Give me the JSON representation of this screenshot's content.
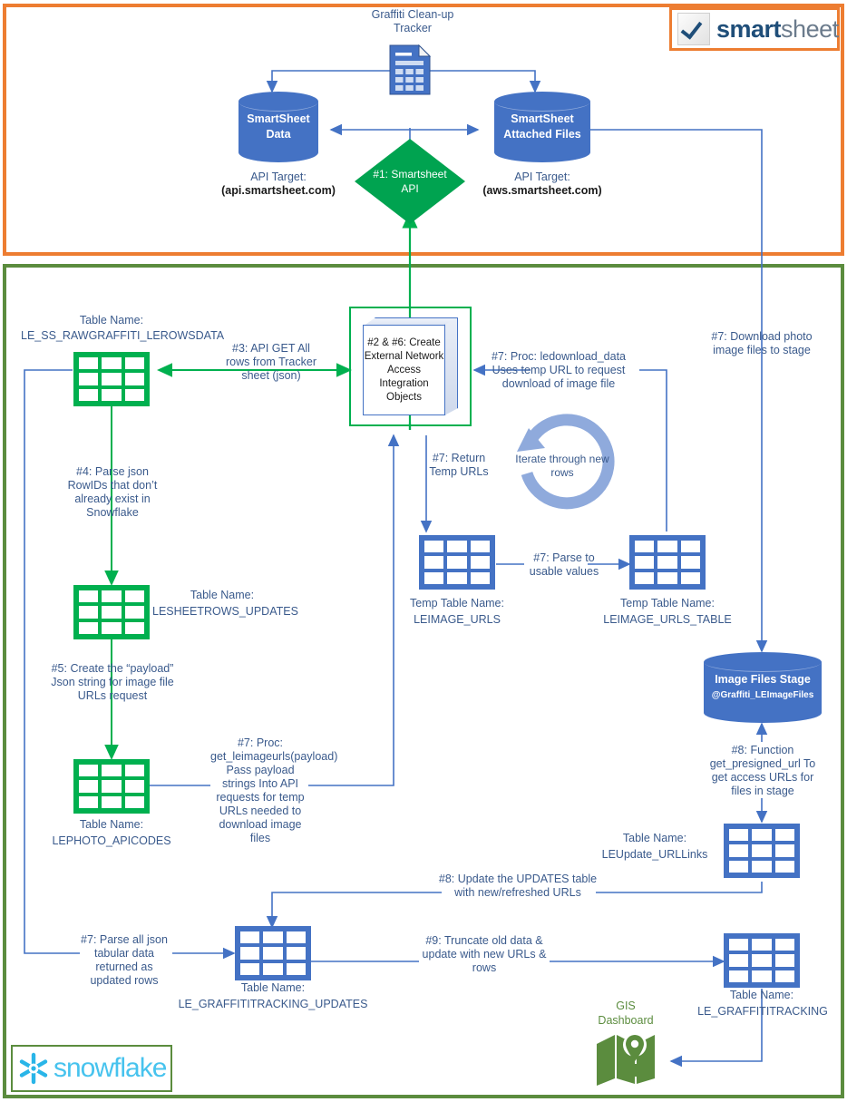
{
  "diagram": {
    "title": "Graffiti Clean-up Tracker Smartsheet to Snowflake integration flow"
  },
  "smartsheet_panel": {
    "name": "Smartsheet zone",
    "border_color": "#ED7D31",
    "logo": {
      "word_bold": "smart",
      "word_light": "sheet",
      "icon": "checkbox-icon"
    },
    "tracker": {
      "label": "Graffiti Clean-up Tracker",
      "icon": "spreadsheet-icon"
    },
    "data_cylinder": {
      "line1": "SmartSheet",
      "line2": "Data"
    },
    "data_api_label": "API Target:",
    "data_api_value": "(api.smartsheet.com)",
    "files_cylinder": {
      "line1": "SmartSheet",
      "line2": "Attached Files"
    },
    "files_api_label": "API Target:",
    "files_api_value": "(aws.smartsheet.com)",
    "api_diamond": {
      "line1": "#1: Smartsheet",
      "line2": "API"
    }
  },
  "snowflake_panel": {
    "name": "Snowflake zone",
    "border_color": "#5B8C3E",
    "logo": {
      "word": "snowflake",
      "icon": "snowflake-icon"
    },
    "integration_cube": "#2 & #6: Create External Network Access Integration Objects",
    "iterate_loop": "Iterate through new rows",
    "tables": [
      {
        "id": "rawrowsdata",
        "name_label": "Table Name:",
        "name_value": "LE_SS_RAWGRAFFITI_LEROWSDATA",
        "color": "green"
      },
      {
        "id": "lesheetrows_updates",
        "name_label": "Table Name:",
        "name_value": "LESHEETROWS_UPDATES",
        "color": "green"
      },
      {
        "id": "lephoto_apicodes",
        "name_label": "Table Name:",
        "name_value": "LEPHOTO_APICODES",
        "color": "green"
      },
      {
        "id": "leimage_urls",
        "name_label": "Temp Table Name:",
        "name_value": "LEIMAGE_URLS",
        "color": "blue"
      },
      {
        "id": "leimage_urls_table",
        "name_label": "Temp Table Name:",
        "name_value": "LEIMAGE_URLS_TABLE",
        "color": "blue"
      },
      {
        "id": "leupdate_urllinks",
        "name_label": "Table Name:",
        "name_value": "LEUpdate_URLLinks",
        "color": "blue"
      },
      {
        "id": "le_graffititracking_updates",
        "name_label": "Table Name:",
        "name_value": "LE_GRAFFITITRACKING_UPDATES",
        "color": "blue"
      },
      {
        "id": "le_graffititracking",
        "name_label": "Table Name:",
        "name_value": "LE_GRAFFITITRACKING",
        "color": "blue"
      }
    ],
    "stage": {
      "line1": "Image Files Stage",
      "line2": "@Graffiti_LEImageFiles"
    },
    "gis": {
      "line1": "GIS",
      "line2": "Dashboard",
      "icon": "map-pin-icon"
    }
  },
  "flow_labels": {
    "step3": "#3: API GET All rows from Tracker sheet (json)",
    "step4": "#4: Parse json RowIDs that don’t already exist in Snowflake",
    "step5": "#5: Create the “payload” Json string for image file URLs request",
    "step7_proc_getimageurls": "#7: Proc: get_leimageurls(payload) Pass payload strings Into API requests for temp URLs needed to download image files",
    "step7_return_temp_urls": "#7: Return Temp URLs",
    "step7_parse_usable": "#7: Parse to usable values",
    "step7_proc_ledownload": "#7: Proc: ledownload_data Uses temp URL to request download of image file",
    "step7_download_photos": "#7: Download photo image files to stage",
    "step7_parse_all": "#7: Parse all json tabular data returned as updated rows",
    "step8_presigned": "#8: Function get_presigned_url To get access URLs for files in stage",
    "step8_update_updates": "#8: Update the UPDATES table with new/refreshed URLs",
    "step9_truncate": "#9: Truncate old data & update with new URLs & rows"
  },
  "colors": {
    "smartsheet_orange": "#ED7D31",
    "snowflake_green_border": "#5B8C3E",
    "table_green": "#00B04F",
    "table_blue": "#4472C4",
    "arrow_blue": "#4472C4",
    "arrow_green": "#00B04F",
    "text_blue": "#3A5A8C",
    "diamond_green": "#00A350",
    "loop_blue": "#8FAADC",
    "gis_green": "#5B8C3E",
    "snowflake_cyan": "#29B5E8"
  }
}
